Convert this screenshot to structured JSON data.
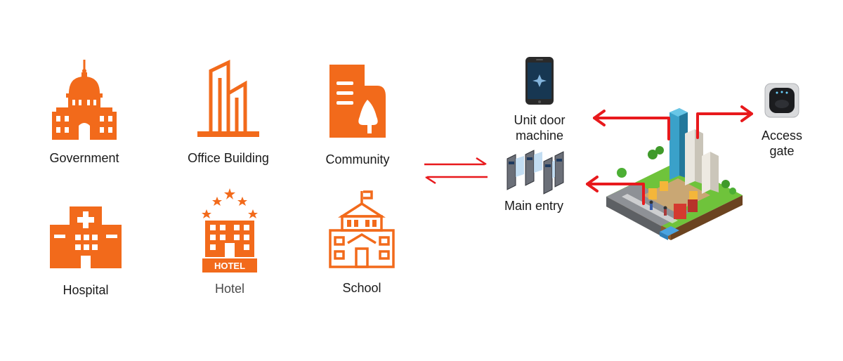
{
  "categories": [
    {
      "id": "government",
      "label": "Government",
      "icon": "government-dome-icon"
    },
    {
      "id": "office",
      "label": "Office Building",
      "icon": "office-building-icon"
    },
    {
      "id": "community",
      "label": "Community",
      "icon": "community-building-icon"
    },
    {
      "id": "hospital",
      "label": "Hospital",
      "icon": "hospital-icon"
    },
    {
      "id": "hotel",
      "label": "Hotel",
      "icon": "hotel-icon",
      "sign": "HOTEL"
    },
    {
      "id": "school",
      "label": "School",
      "icon": "school-icon"
    }
  ],
  "devices": {
    "unit_door": {
      "label_line1": "Unit door",
      "label_line2": "machine",
      "icon": "smartphone-icon"
    },
    "main_entry": {
      "label": "Main entry",
      "icon": "turnstile-gate-icon"
    },
    "access_gate": {
      "label_line1": "Access",
      "label_line2": "gate",
      "icon": "access-reader-icon"
    }
  },
  "colors": {
    "icon_orange": "#f26a1b",
    "arrow_red": "#e8191c",
    "text": "#1a1a1a"
  }
}
